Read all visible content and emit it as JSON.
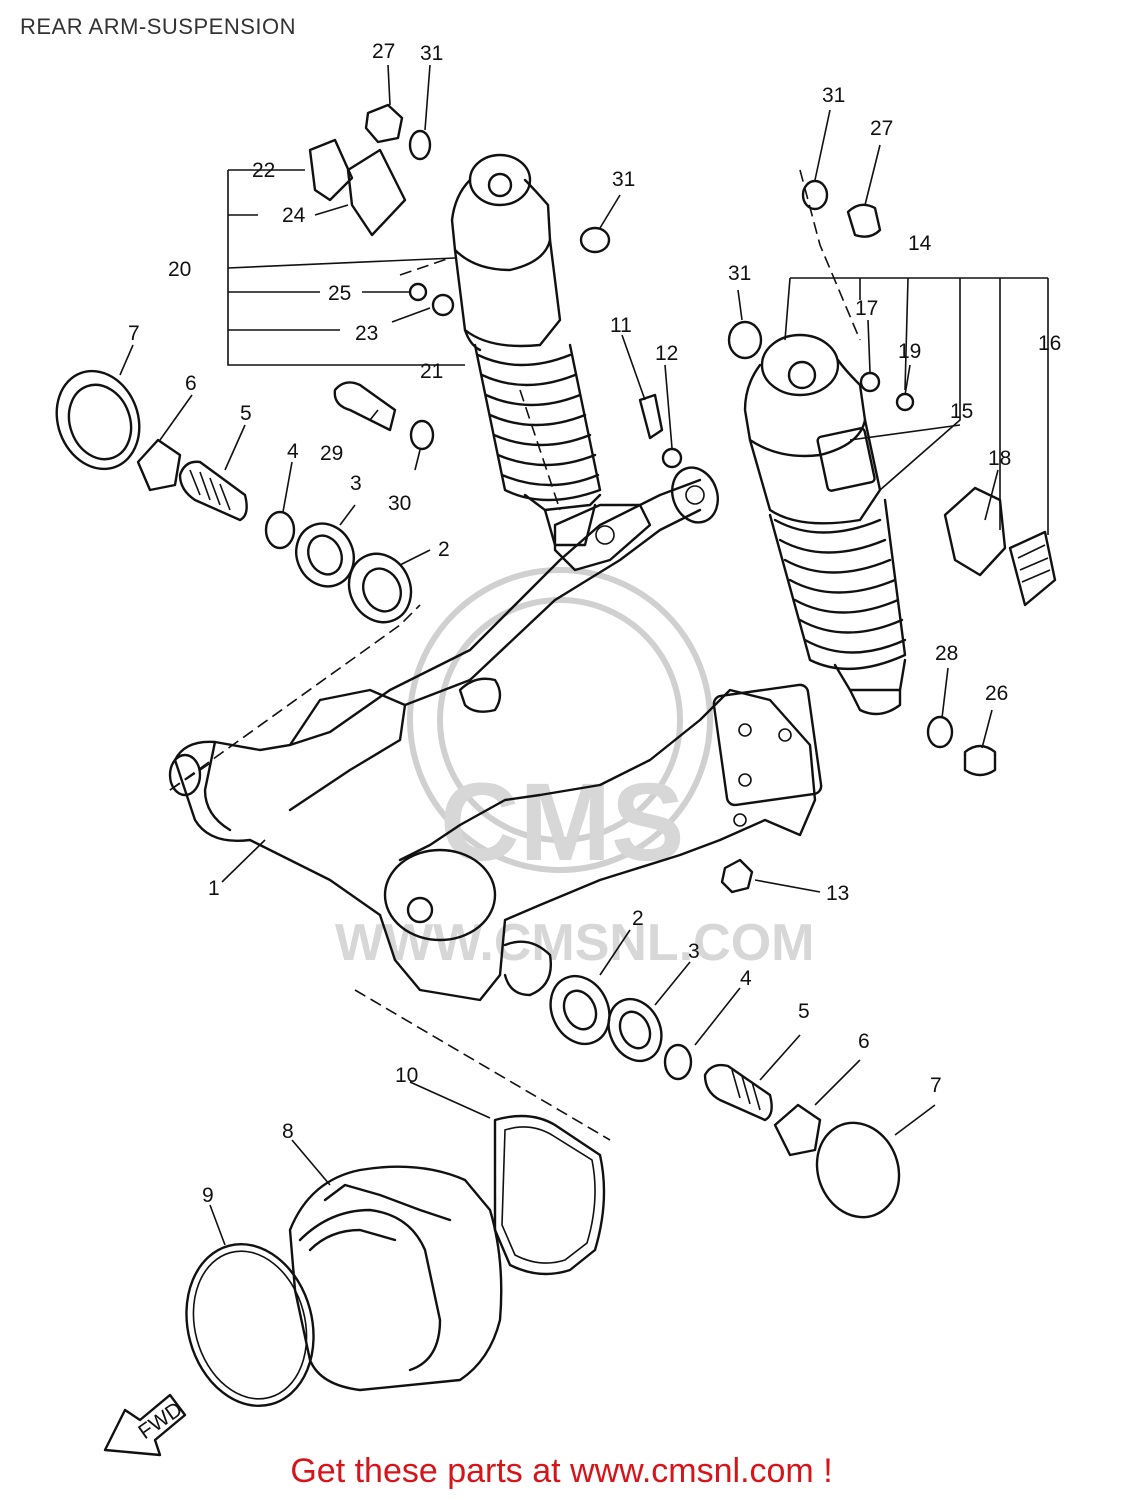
{
  "page": {
    "title": "REAR ARM-SUSPENSION",
    "footer": "Get these parts at www.cmsnl.com !"
  },
  "watermark": {
    "brand": "CMS",
    "url": "WWW.CMSNL.COM"
  },
  "fwd_marker": "FWD",
  "callouts": [
    {
      "id": "c27a",
      "text": "27"
    },
    {
      "id": "c31a",
      "text": "31"
    },
    {
      "id": "c22",
      "text": "22"
    },
    {
      "id": "c24",
      "text": "24"
    },
    {
      "id": "c20",
      "text": "20"
    },
    {
      "id": "c25",
      "text": "25"
    },
    {
      "id": "c23",
      "text": "23"
    },
    {
      "id": "c21",
      "text": "21"
    },
    {
      "id": "c31b",
      "text": "31"
    },
    {
      "id": "c31c",
      "text": "31"
    },
    {
      "id": "c27b",
      "text": "27"
    },
    {
      "id": "c14",
      "text": "14"
    },
    {
      "id": "c31d",
      "text": "31"
    },
    {
      "id": "c17",
      "text": "17"
    },
    {
      "id": "c19",
      "text": "19"
    },
    {
      "id": "c16",
      "text": "16"
    },
    {
      "id": "c15",
      "text": "15"
    },
    {
      "id": "c18",
      "text": "18"
    },
    {
      "id": "c11",
      "text": "11"
    },
    {
      "id": "c12",
      "text": "12"
    },
    {
      "id": "c7a",
      "text": "7"
    },
    {
      "id": "c6a",
      "text": "6"
    },
    {
      "id": "c5a",
      "text": "5"
    },
    {
      "id": "c4a",
      "text": "4"
    },
    {
      "id": "c3a",
      "text": "3"
    },
    {
      "id": "c2a",
      "text": "2"
    },
    {
      "id": "c29",
      "text": "29"
    },
    {
      "id": "c30",
      "text": "30"
    },
    {
      "id": "c28",
      "text": "28"
    },
    {
      "id": "c26",
      "text": "26"
    },
    {
      "id": "c13",
      "text": "13"
    },
    {
      "id": "c1",
      "text": "1"
    },
    {
      "id": "c2b",
      "text": "2"
    },
    {
      "id": "c3b",
      "text": "3"
    },
    {
      "id": "c4b",
      "text": "4"
    },
    {
      "id": "c5b",
      "text": "5"
    },
    {
      "id": "c6b",
      "text": "6"
    },
    {
      "id": "c7b",
      "text": "7"
    },
    {
      "id": "c10",
      "text": "10"
    },
    {
      "id": "c8",
      "text": "8"
    },
    {
      "id": "c9",
      "text": "9"
    }
  ]
}
